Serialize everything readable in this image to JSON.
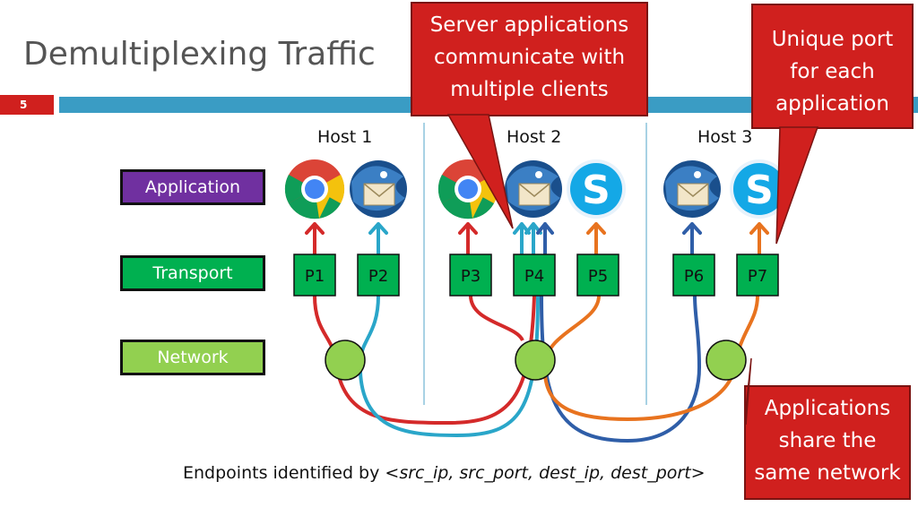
{
  "slide": {
    "title": "Demultiplexing Traffic",
    "number": "5"
  },
  "hosts": [
    "Host 1",
    "Host 2",
    "Host 3"
  ],
  "layers": {
    "application": "Application",
    "transport": "Transport",
    "network": "Network"
  },
  "ports": [
    "P1",
    "P2",
    "P3",
    "P4",
    "P5",
    "P6",
    "P7"
  ],
  "callouts": {
    "server": [
      "Server applications",
      "communicate with",
      "multiple clients"
    ],
    "unique": [
      "Unique port",
      "for each",
      "application"
    ],
    "share": [
      "Applications",
      "share the",
      "same network"
    ]
  },
  "footer": {
    "prefix": "Endpoints identified by ",
    "tuple": "<src_ip, src_port, dest_ip, dest_port>"
  },
  "apps": [
    "chrome-icon",
    "thunderbird-icon",
    "chrome-icon",
    "thunderbird-icon",
    "skype-icon",
    "thunderbird-icon",
    "skype-icon"
  ],
  "colors": {
    "accent_red": "#d0201e",
    "title_bar": "#3a9cc4",
    "application_layer": "#7030a0",
    "transport_layer": "#00b050",
    "network_layer": "#92d050",
    "route_red": "#d42a2a",
    "route_cyan": "#2aa6c9",
    "route_blue": "#2f5ea8",
    "route_orange": "#e8731f"
  }
}
